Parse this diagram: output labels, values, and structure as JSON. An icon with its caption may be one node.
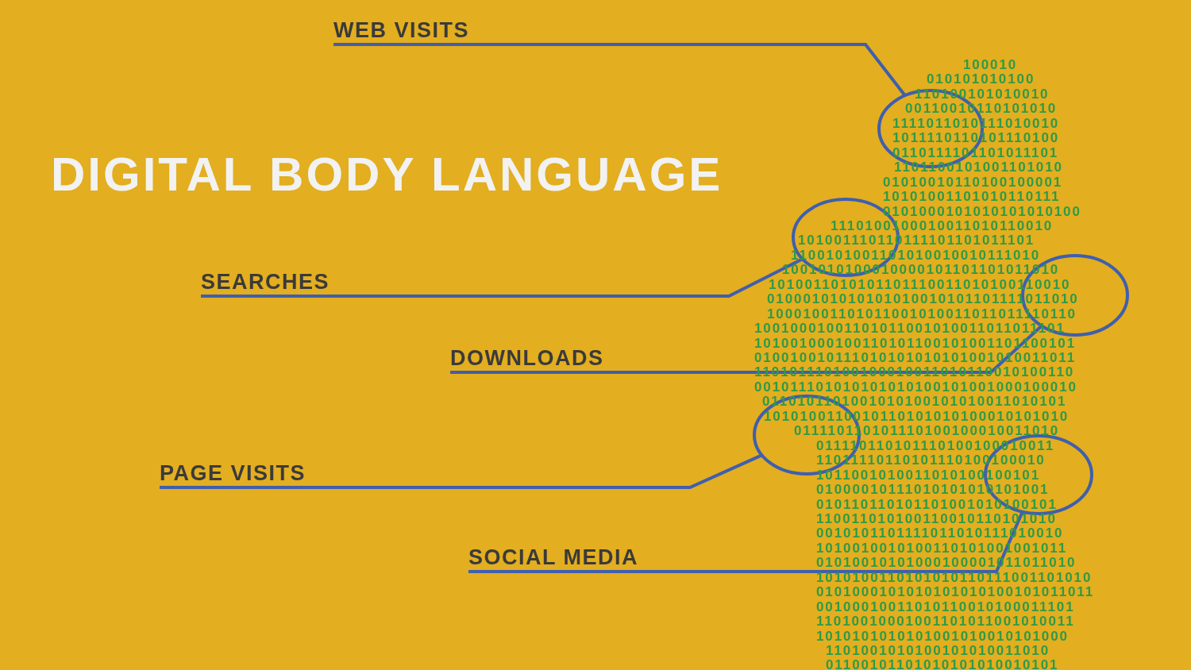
{
  "diagram": {
    "title": "DIGITAL BODY LANGUAGE",
    "nodes": [
      {
        "text": [
          "WEB VISITS"
        ]
      },
      {
        "text": [],
        "shape": "circle"
      },
      {
        "text": [
          "SEARCHES"
        ]
      },
      {
        "text": [],
        "shape": "circle"
      },
      {
        "text": [
          "DOWNLOADS"
        ]
      },
      {
        "text": [],
        "shape": "circle"
      },
      {
        "text": [
          "PAGE VISITS"
        ]
      },
      {
        "text": [],
        "shape": "circle"
      },
      {
        "text": [
          "SOCIAL MEDIA"
        ]
      },
      {
        "text": [],
        "shape": "circle"
      }
    ],
    "edges": [
      {
        "from": 0,
        "to": 1,
        "arrow": "none"
      },
      {
        "from": 2,
        "to": 3,
        "arrow": "none"
      },
      {
        "from": 4,
        "to": 5,
        "arrow": "none"
      },
      {
        "from": 6,
        "to": 7,
        "arrow": "none"
      },
      {
        "from": 8,
        "to": 9,
        "arrow": "none"
      }
    ],
    "labels": [
      "100010",
      "010101010100",
      "110100101010010",
      "00110010110101010",
      "1111011010111010010",
      "1011110110101110100",
      "0110111101101011101",
      "1101100101001101010",
      "01010010110100100001",
      "10101001101010110111",
      "0101000101010101010100",
      "1110100100010011010110010",
      "101001110110111101101011101",
      "1100101001101010010010111010",
      "1001010100010000101101101011010",
      "1010011010101101110011010100110010",
      "01000101010101010010101101111011010",
      "10001001101011001010011011011110110",
      "10010001001101011001010011011011101",
      "101001000100110101100101001101100101",
      "010010010111010101010101001010011011",
      "110101110100100010011010110010100110",
      "001011101010101010100101001000100010",
      "0110101101001010100101010011010101",
      "1010100110010110101010100010101010",
      "011110110101110100100010011010",
      "011110110101110100100010011",
      "11011110110101110100100010",
      "1011001010011010100100101",
      "01000010111010101010101001",
      "010110110101101001010100101",
      "110011010100110010110101010",
      "0010101101111011010111010010",
      "1010010010100110101001001011",
      "01010010101000100001011011010",
      "1010100110101010110111001101010",
      "0101000101010101010100101011011",
      "00100010011010110010100011101",
      "11010010001001101011001010011",
      "1010101010101001010010101000",
      "1101001010100101010011010",
      "01100101101010101010010101"
    ]
  }
}
